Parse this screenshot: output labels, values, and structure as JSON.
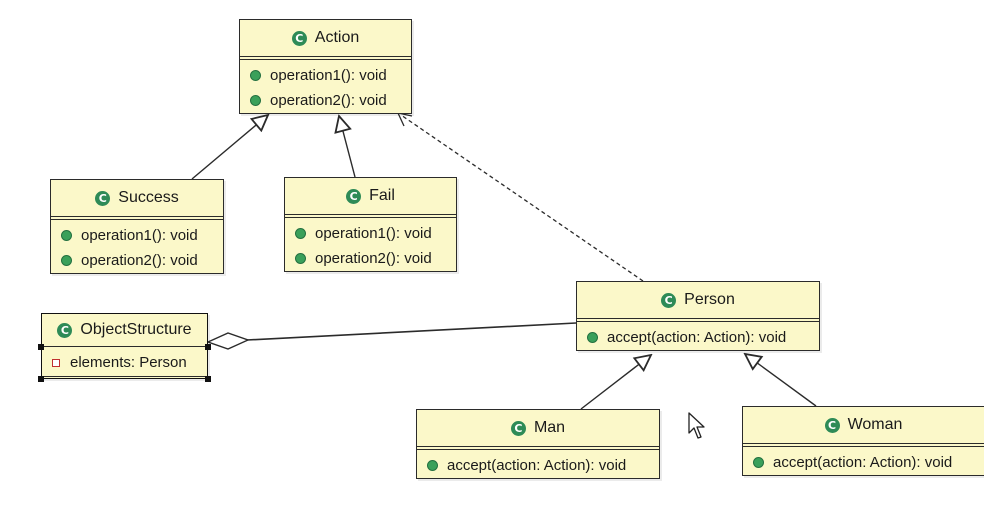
{
  "classes": {
    "action": {
      "name": "Action",
      "members": [
        "operation1(): void",
        "operation2(): void"
      ]
    },
    "success": {
      "name": "Success",
      "members": [
        "operation1(): void",
        "operation2(): void"
      ]
    },
    "fail": {
      "name": "Fail",
      "members": [
        "operation1(): void",
        "operation2(): void"
      ]
    },
    "person": {
      "name": "Person",
      "members": [
        "accept(action: Action): void"
      ]
    },
    "objectStructure": {
      "name": "ObjectStructure",
      "fields": [
        "elements: Person"
      ]
    },
    "man": {
      "name": "Man",
      "members": [
        "accept(action: Action): void"
      ]
    },
    "woman": {
      "name": "Woman",
      "members": [
        "accept(action: Action): void"
      ]
    }
  },
  "icons": {
    "class": "class-icon",
    "method": "public-method-icon",
    "field": "private-field-icon"
  },
  "colors": {
    "box_fill": "#fbf8c9",
    "border": "#2b2b2b",
    "class_icon": "#2e8b57"
  }
}
